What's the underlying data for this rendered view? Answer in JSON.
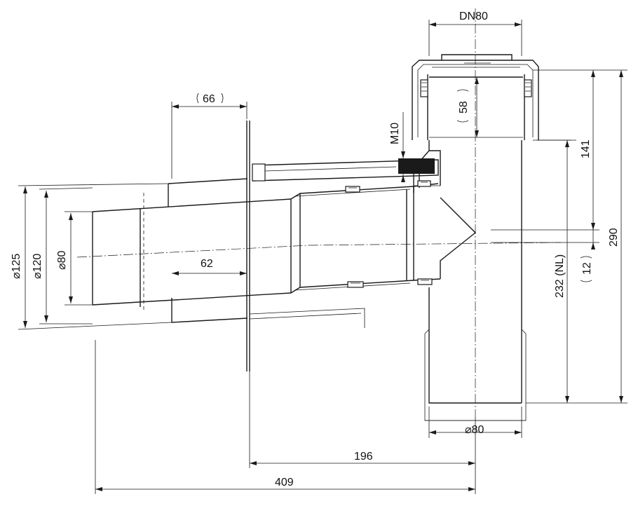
{
  "dimensions": {
    "dn80": "DN80",
    "d66": "66",
    "d58": "58",
    "m10": "M10",
    "d141": "141",
    "d290": "290",
    "d232": "232 (NL)",
    "d12": "12",
    "d62": "62",
    "phi125": "125",
    "phi120": "120",
    "phi80_left": "80",
    "phi80_bottom": "80",
    "d196": "196",
    "d409": "409"
  },
  "symbols": {
    "diameter": "⌀"
  }
}
